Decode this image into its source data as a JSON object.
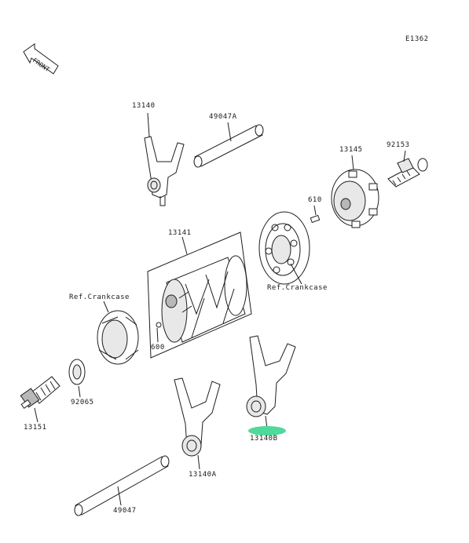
{
  "diagram_code": "E1362",
  "front_badge": "FRONT",
  "highlight_color": "#4fd99a",
  "labels": {
    "p13140": "13140",
    "p49047A": "49047A",
    "p13145": "13145",
    "p92153": "92153",
    "p610": "610",
    "p13141": "13141",
    "ref_crankcase_right": "Ref.Crankcase",
    "ref_crankcase_left": "Ref.Crankcase",
    "p600": "600",
    "p92065": "92065",
    "p13151": "13151",
    "p13140A": "13140A",
    "p13140B": "13140B",
    "p49047": "49047"
  }
}
